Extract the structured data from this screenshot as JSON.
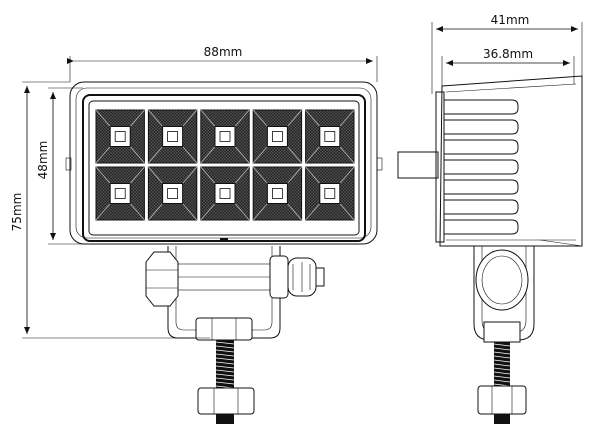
{
  "dimensions": {
    "front_width": "88mm",
    "lens_height": "48mm",
    "total_height": "75mm",
    "side_depth_total": "41mm",
    "side_depth_body": "36.8mm"
  },
  "led_grid": {
    "rows": 2,
    "cols": 5
  },
  "colors": {
    "line": "#111111",
    "background": "#ffffff",
    "led_pad": "#2a2a2a"
  }
}
